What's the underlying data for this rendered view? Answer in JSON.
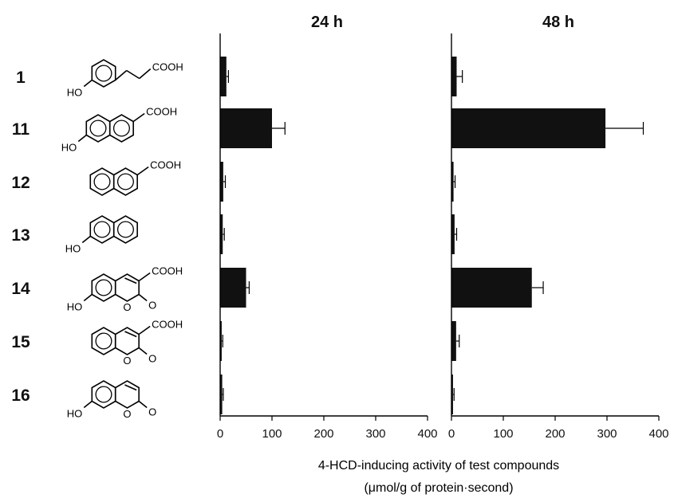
{
  "chart_data": {
    "type": "bar",
    "orientation": "horizontal",
    "categories": [
      "1",
      "11",
      "12",
      "13",
      "14",
      "15",
      "16"
    ],
    "structure_labels": {
      "1": {
        "acid": "COOH",
        "oh": "HO"
      },
      "11": {
        "acid": "COOH",
        "oh": "HO"
      },
      "12": {
        "acid": "COOH"
      },
      "13": {
        "oh": "HO"
      },
      "14": {
        "acid": "COOH",
        "oh": "HO",
        "ring_o": "O",
        "keto_o": "O"
      },
      "15": {
        "acid": "COOH",
        "ring_o": "O",
        "keto_o": "O"
      },
      "16": {
        "oh": "HO",
        "ring_o": "O",
        "keto_o": "O"
      }
    },
    "panels": [
      {
        "title": "24 h",
        "values": [
          12,
          100,
          6,
          5,
          50,
          3,
          4
        ],
        "errors": [
          4,
          25,
          4,
          3,
          6,
          2,
          2
        ]
      },
      {
        "title": "48 h",
        "values": [
          10,
          297,
          4,
          6,
          155,
          9,
          3
        ],
        "errors": [
          11,
          73,
          3,
          4,
          22,
          6,
          2
        ]
      }
    ],
    "xlim": [
      0,
      400
    ],
    "xticks": [
      "0",
      "100",
      "200",
      "300",
      "400"
    ],
    "xlabel_line1": "4-HCD-inducing activity of test compounds",
    "xlabel_line2": "(μmol/g of protein·second)",
    "legend": "none",
    "grid": false
  },
  "colors": {
    "bar": "#111111",
    "axis": "#000000",
    "text": "#111111"
  }
}
